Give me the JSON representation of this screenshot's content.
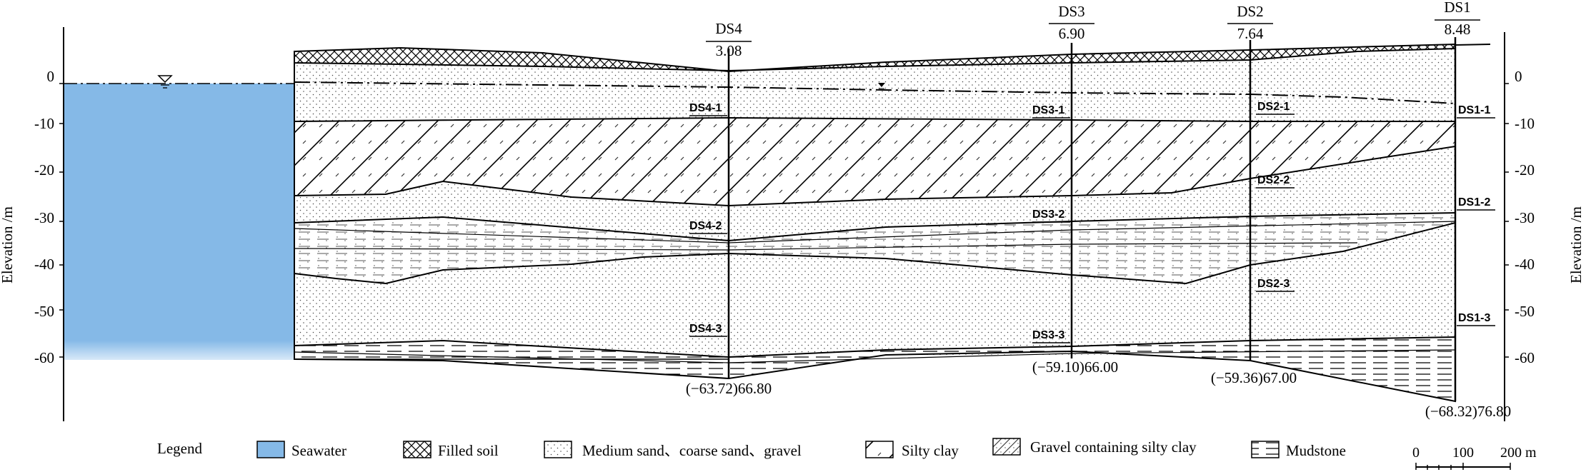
{
  "axis": {
    "label": "Elevation /m",
    "ticks": [
      0,
      -10,
      -20,
      -30,
      -40,
      -50,
      -60
    ],
    "tick_labels": [
      "0",
      "-10",
      "-20",
      "-30",
      "-40",
      "-50",
      "-60"
    ]
  },
  "boreholes": [
    {
      "id": "DS4",
      "surface": "3.08",
      "bottom_label": "(−63.72)66.80",
      "samples": [
        "DS4-1",
        "DS4-2",
        "DS4-3"
      ]
    },
    {
      "id": "DS3",
      "surface": "6.90",
      "bottom_label": "(−59.10)66.00",
      "samples": [
        "DS3-1",
        "DS3-2",
        "DS3-3"
      ]
    },
    {
      "id": "DS2",
      "surface": "7.64",
      "bottom_label": "(−59.36)67.00",
      "samples": [
        "DS2-1",
        "DS2-2",
        "DS2-3"
      ]
    },
    {
      "id": "DS1",
      "surface": "8.48",
      "bottom_label": "(−68.32)76.80",
      "samples": [
        "DS1-1",
        "DS1-2",
        "DS1-3"
      ]
    }
  ],
  "legend": {
    "title": "Legend",
    "items": [
      {
        "label": "Seawater",
        "pattern": "seawater"
      },
      {
        "label": "Filled soil",
        "pattern": "fill"
      },
      {
        "label": "Medium sand、coarse sand、gravel",
        "pattern": "sand"
      },
      {
        "label": "Silty clay",
        "pattern": "silty"
      },
      {
        "label": "Gravel containing silty clay",
        "pattern": "gravel"
      },
      {
        "label": "Mudstone",
        "pattern": "mud"
      }
    ]
  },
  "scale_bar": {
    "labels": [
      "0",
      "100",
      "200 m"
    ]
  },
  "colors": {
    "seawater": "#85b9e7",
    "line": "#000000"
  }
}
